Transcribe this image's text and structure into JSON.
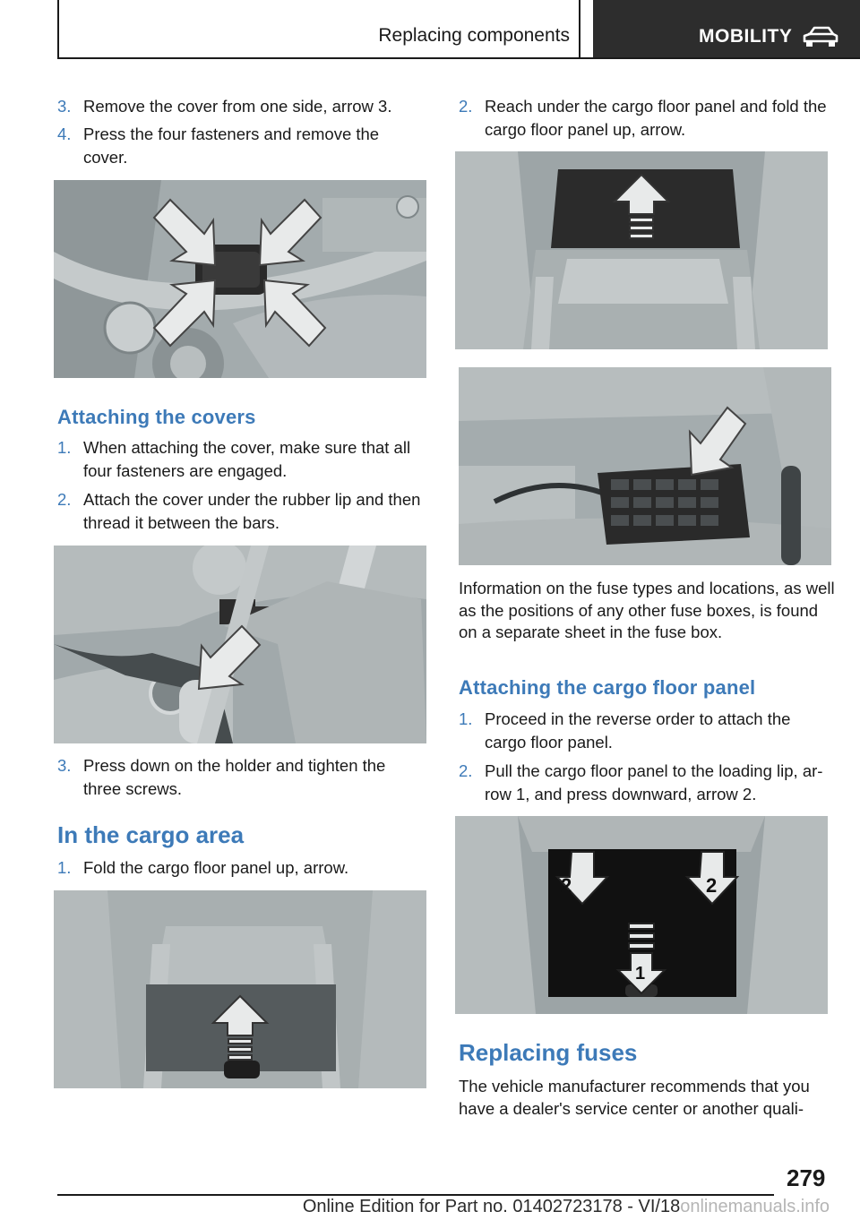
{
  "header": {
    "section": "Replacing components",
    "category": "MOBILITY"
  },
  "left_column": {
    "steps_a": [
      {
        "num": "3.",
        "text": "Remove the cover from one side, arrow 3."
      },
      {
        "num": "4.",
        "text": "Press the four fasteners and remove the cover."
      }
    ],
    "attach_heading": "Attaching the covers",
    "steps_b": [
      {
        "num": "1.",
        "text": "When attaching the cover, make sure that all four fasteners are engaged."
      },
      {
        "num": "2.",
        "text": "Attach the cover under the rubber lip and then thread it between the bars."
      }
    ],
    "steps_c": [
      {
        "num": "3.",
        "text": "Press down on the holder and tighten the three screws."
      }
    ],
    "cargo_heading": "In the cargo area",
    "steps_d": [
      {
        "num": "1.",
        "text": "Fold the cargo floor panel up, arrow."
      }
    ]
  },
  "right_column": {
    "steps_a": [
      {
        "num": "2.",
        "text": "Reach under the cargo floor panel and fold the cargo floor panel up, arrow."
      }
    ],
    "fuse_info": "Information on the fuse types and locations, as well as the positions of any other fuse boxes, is found on a separate sheet in the fuse box.",
    "attach_panel_heading": "Attaching the cargo floor panel",
    "steps_b": [
      {
        "num": "1.",
        "text": "Proceed in the reverse order to attach the cargo floor panel."
      },
      {
        "num": "2.",
        "text": "Pull the cargo floor panel to the loading lip, ar‐row 1, and press downward, arrow 2."
      }
    ],
    "arrow_labels": {
      "one": "1",
      "two_left": "2",
      "two_right": "2"
    },
    "fuses_heading": "Replacing fuses",
    "fuses_text": "The vehicle manufacturer recommends that you have a dealer's service center or another quali‐"
  },
  "footer": {
    "page_number": "279",
    "edition": "Online Edition for Part no. 01402723178 - VI/18",
    "watermark": "onlinemanuals.info"
  },
  "colors": {
    "accent": "#3d7ab8",
    "header_dark": "#2d2d2d",
    "photo_bg": "#9fa7a9"
  },
  "icons": {
    "category_icon": "car-icon"
  }
}
